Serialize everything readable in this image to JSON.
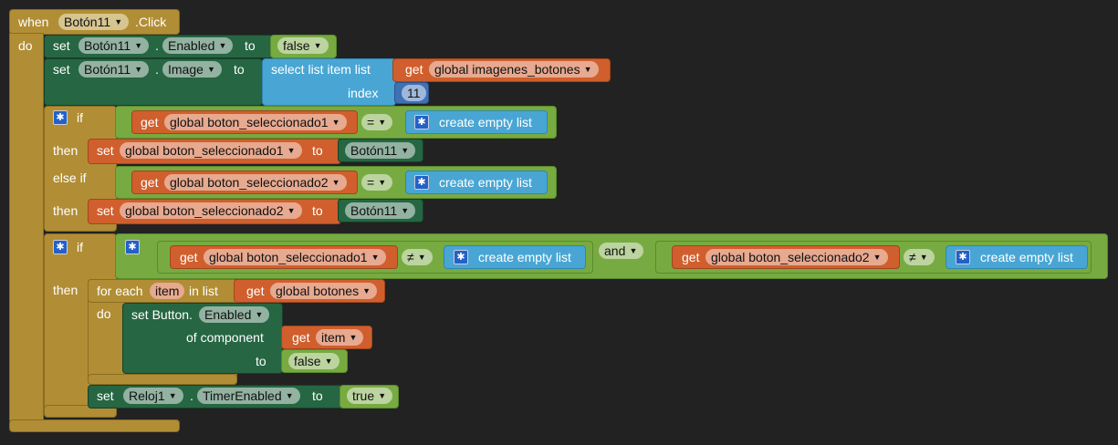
{
  "event": {
    "when": "when",
    "component": "Botón11",
    "event": ".Click",
    "do": "do"
  },
  "setters": {
    "set": "set",
    "to": "to",
    "dot": ".",
    "enabled": {
      "component": "Botón11",
      "property": "Enabled",
      "value": "false"
    },
    "image": {
      "component": "Botón11",
      "property": "Image"
    },
    "timer": {
      "component": "Reloj1",
      "property": "TimerEnabled",
      "value": "true"
    }
  },
  "select_list": {
    "label": "select list item list",
    "index_label": "index",
    "index_value": "11"
  },
  "globals": {
    "get": "get",
    "imagenes": "global imagenes_botones",
    "sel1": "global boton_seleccionado1",
    "sel2": "global boton_seleccionado2",
    "botones": "global botones",
    "item": "item"
  },
  "ifblock": {
    "if": "if",
    "then": "then",
    "else_if": "else if",
    "eq": "=",
    "neq": "≠",
    "and": "and"
  },
  "list": {
    "create_empty": "create empty list"
  },
  "foreach": {
    "for_each": "for each",
    "var": "item",
    "in_list": "in list",
    "do": "do"
  },
  "generic_set": {
    "set_button": "set Button.",
    "property": "Enabled",
    "of_component": "of component",
    "to": "to",
    "value": "false"
  },
  "icons": {
    "dropdown": "▼",
    "gear": "✱"
  }
}
